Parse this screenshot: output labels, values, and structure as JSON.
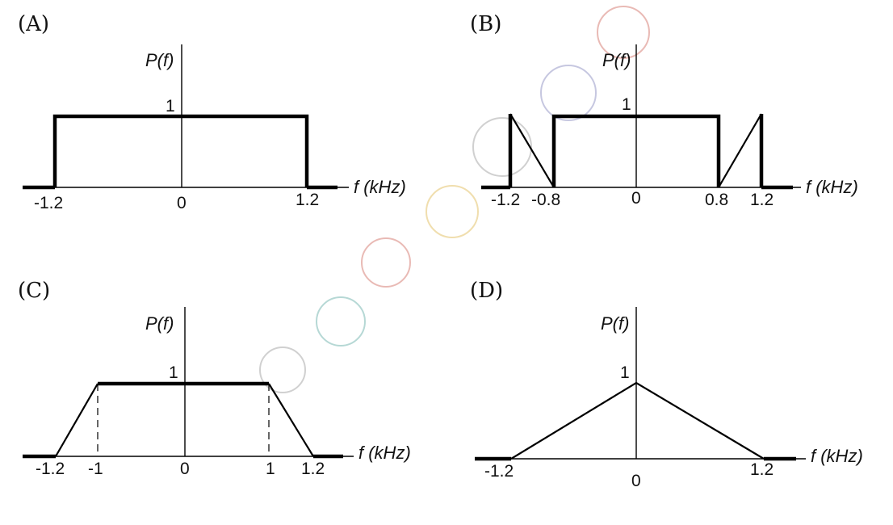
{
  "panels": [
    {
      "label": "(A)",
      "y_axis_title": "P(f)",
      "x_axis_title": "f (kHz)",
      "peak_label": "1",
      "ticks": [
        "-1.2",
        "0",
        "1.2"
      ],
      "spectrum": [
        [
          -1.2,
          0
        ],
        [
          -1.2,
          1
        ],
        [
          1.2,
          1
        ],
        [
          1.2,
          0
        ]
      ]
    },
    {
      "label": "(B)",
      "y_axis_title": "P(f)",
      "x_axis_title": "f (kHz)",
      "peak_label": "1",
      "ticks": [
        "-1.2",
        "-0.8",
        "0",
        "0.8",
        "1.2"
      ],
      "spectrum": [
        [
          -1.2,
          0
        ],
        [
          -1.2,
          1
        ],
        [
          -0.8,
          0
        ],
        [
          -0.8,
          1
        ],
        [
          0.8,
          1
        ],
        [
          0.8,
          0
        ],
        [
          1.2,
          1
        ],
        [
          1.2,
          0
        ]
      ]
    },
    {
      "label": "(C)",
      "y_axis_title": "P(f)",
      "x_axis_title": "f (kHz)",
      "peak_label": "1",
      "ticks": [
        "-1.2",
        "-1",
        "0",
        "1",
        "1.2"
      ],
      "spectrum": [
        [
          -1.2,
          0
        ],
        [
          -1,
          1
        ],
        [
          1,
          1
        ],
        [
          1.2,
          0
        ]
      ]
    },
    {
      "label": "(D)",
      "y_axis_title": "P(f)",
      "x_axis_title": "f (kHz)",
      "peak_label": "1",
      "ticks": [
        "-1.2",
        "0",
        "1.2"
      ],
      "spectrum": [
        [
          -1.2,
          0
        ],
        [
          0,
          1
        ],
        [
          1.2,
          0
        ]
      ]
    }
  ]
}
